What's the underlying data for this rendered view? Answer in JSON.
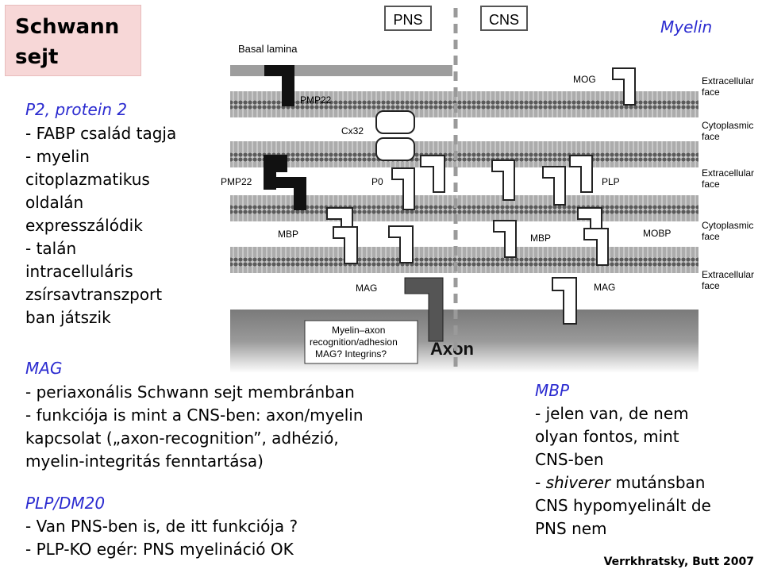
{
  "title": {
    "line1": "Schwann",
    "line2": "sejt"
  },
  "myelin_header": "Myelin",
  "p2": {
    "title": "P2, protein 2",
    "lines": [
      "-  FABP család tagja",
      "-  myelin",
      "    citoplazmatikus",
      "    oldalán",
      "    expresszálódik",
      "-  talán",
      "    intracelluláris",
      "    zsírsavtranszport",
      "    ban játszik"
    ]
  },
  "mag": {
    "title": "MAG",
    "lines": [
      "-  periaxonális Schwann sejt membránban",
      "-  funkciója is mint a CNS-ben: axon/myelin",
      "    kapcsolat („axon-recognition”, adhézió,",
      "    myelin-integritás fenntartása)"
    ]
  },
  "plp": {
    "title": "PLP/DM20",
    "lines": [
      "-  Van PNS-ben is, de itt funkciója ?",
      "-  PLP-KO egér: PNS myelináció OK"
    ]
  },
  "mbp": {
    "title": "MBP",
    "lines": [
      "-  jelen van, de nem",
      "    olyan fontos, mint",
      "    CNS-ben",
      "-  ",
      "    CNS hypomyelinált de",
      "    PNS nem"
    ],
    "shiverer_word": "shiverer",
    "shiverer_rest": " mutánsban"
  },
  "diagram": {
    "pns": "PNS",
    "cns": "CNS",
    "basal_lamina": "Basal lamina",
    "labels": {
      "pmp22_top": "PMP22",
      "cx32": "Cx32",
      "pmp22_left": "PMP22",
      "p0": "P0",
      "mbp_left": "MBP",
      "mag_left": "MAG",
      "mog": "MOG",
      "plp": "PLP",
      "mbp_right": "MBP",
      "mobp": "MOBP",
      "mag_right": "MAG",
      "axon": "Axon",
      "myelin_axon_1": "Myelin–axon",
      "myelin_axon_2": "recognition/adhesion",
      "myelin_axon_3": "MAG? Integrins?"
    },
    "faces": [
      [
        "Extracellular",
        "face"
      ],
      [
        "Cytoplasmic",
        "face"
      ],
      [
        "Extracellular",
        "face"
      ],
      [
        "Cytoplasmic",
        "face"
      ],
      [
        "Extracellular",
        "face"
      ]
    ]
  },
  "credit": "Verrkhratsky, Butt 2007"
}
